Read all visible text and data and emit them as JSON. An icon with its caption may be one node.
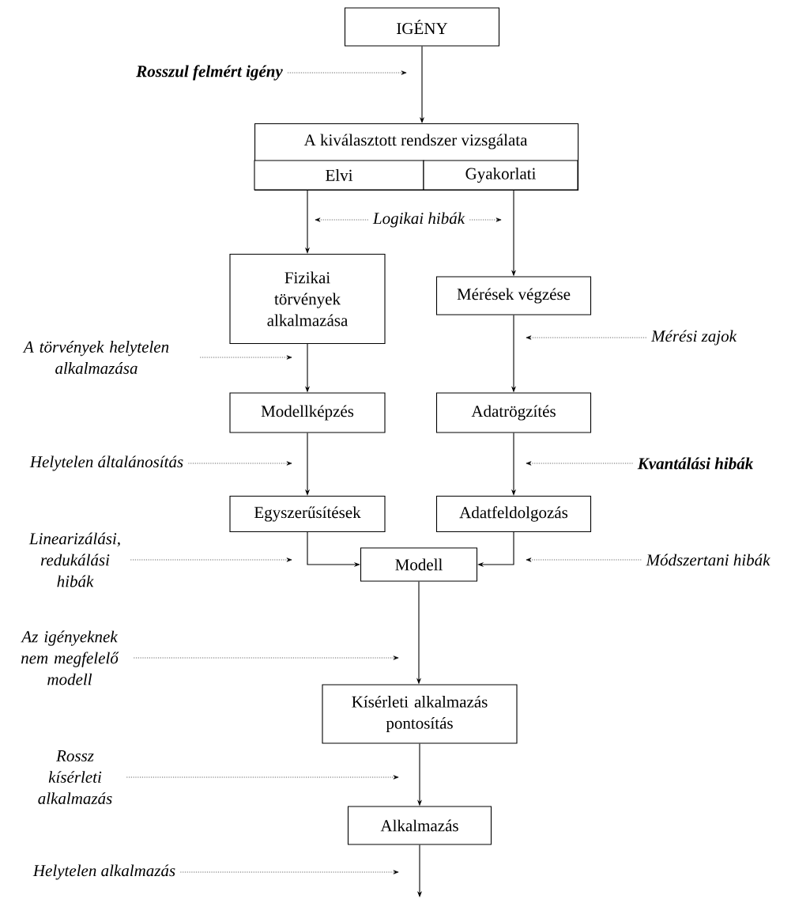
{
  "diagram": {
    "nodes": [
      {
        "text": [
          "IGÉNY"
        ]
      },
      {
        "text": [
          "Rosszul felmért igény"
        ]
      },
      {
        "text": [
          "A kiválasztott rendszer vizsgálata"
        ]
      },
      {
        "text": [
          "Elvi"
        ],
        "in": 2
      },
      {
        "text": [
          "Gyakorlati"
        ],
        "in": 2
      },
      {
        "text": [
          "Logikai hibák"
        ]
      },
      {
        "text": [
          "Fizikai törvények alkalmazása"
        ]
      },
      {
        "text": [
          "Mérések végzése"
        ]
      },
      {
        "text": [
          "A törvények helytelen alkalmazása"
        ]
      },
      {
        "text": [
          "Mérési zajok"
        ]
      },
      {
        "text": [
          "Modellképzés"
        ]
      },
      {
        "text": [
          "Adatrögzítés"
        ]
      },
      {
        "text": [
          "Helytelen általánosítás"
        ]
      },
      {
        "text": [
          "Kvantálási hibák"
        ]
      },
      {
        "text": [
          "Egyszerűsítések"
        ]
      },
      {
        "text": [
          "Adatfeldolgozás"
        ]
      },
      {
        "text": [
          "Linearizálási, redukálási hibák"
        ]
      },
      {
        "text": [
          "Módszertani hibák"
        ]
      },
      {
        "text": [
          "Modell"
        ]
      },
      {
        "text": [
          "Az igényeknek nem megfelelő modell"
        ]
      },
      {
        "text": [
          "Kísérleti alkalmazás pontosítás"
        ]
      },
      {
        "text": [
          "Rossz kísérleti alkalmazás"
        ]
      },
      {
        "text": [
          "Alkalmazás"
        ]
      },
      {
        "text": [
          "Helytelen alkalmazás"
        ]
      }
    ],
    "edges": [
      {
        "from": 0,
        "to": 2,
        "arrow": "to"
      },
      {
        "from": 1,
        "to": null,
        "arrow": "to",
        "style": "dashed"
      },
      {
        "from": 3,
        "to": 6,
        "arrow": "to"
      },
      {
        "from": 4,
        "to": 7,
        "arrow": "to"
      },
      {
        "from": 5,
        "to": null,
        "arrow": "to",
        "style": "dashed"
      },
      {
        "from": 5,
        "to": null,
        "arrow": "to",
        "style": "dashed"
      },
      {
        "from": 6,
        "to": 10,
        "arrow": "to"
      },
      {
        "from": 7,
        "to": 11,
        "arrow": "to"
      },
      {
        "from": 8,
        "to": null,
        "arrow": "to",
        "style": "dashed"
      },
      {
        "from": 9,
        "to": null,
        "arrow": "to",
        "style": "dashed"
      },
      {
        "from": 10,
        "to": 14,
        "arrow": "to"
      },
      {
        "from": 11,
        "to": 15,
        "arrow": "to"
      },
      {
        "from": 12,
        "to": null,
        "arrow": "to",
        "style": "dashed"
      },
      {
        "from": 13,
        "to": null,
        "arrow": "to",
        "style": "dashed"
      },
      {
        "from": 14,
        "to": 18,
        "arrow": "to"
      },
      {
        "from": 15,
        "to": 18,
        "arrow": "to"
      },
      {
        "from": 16,
        "to": null,
        "arrow": "to",
        "style": "dashed"
      },
      {
        "from": 17,
        "to": null,
        "arrow": "to",
        "style": "dashed"
      },
      {
        "from": 18,
        "to": 20,
        "arrow": "to"
      },
      {
        "from": 19,
        "to": null,
        "arrow": "to",
        "style": "dashed"
      },
      {
        "from": 20,
        "to": 22,
        "arrow": "to"
      },
      {
        "from": 21,
        "to": null,
        "arrow": "to",
        "style": "dashed"
      },
      {
        "from": 22,
        "to": null,
        "arrow": "to"
      },
      {
        "from": 23,
        "to": null,
        "arrow": "to",
        "style": "dashed"
      }
    ]
  }
}
